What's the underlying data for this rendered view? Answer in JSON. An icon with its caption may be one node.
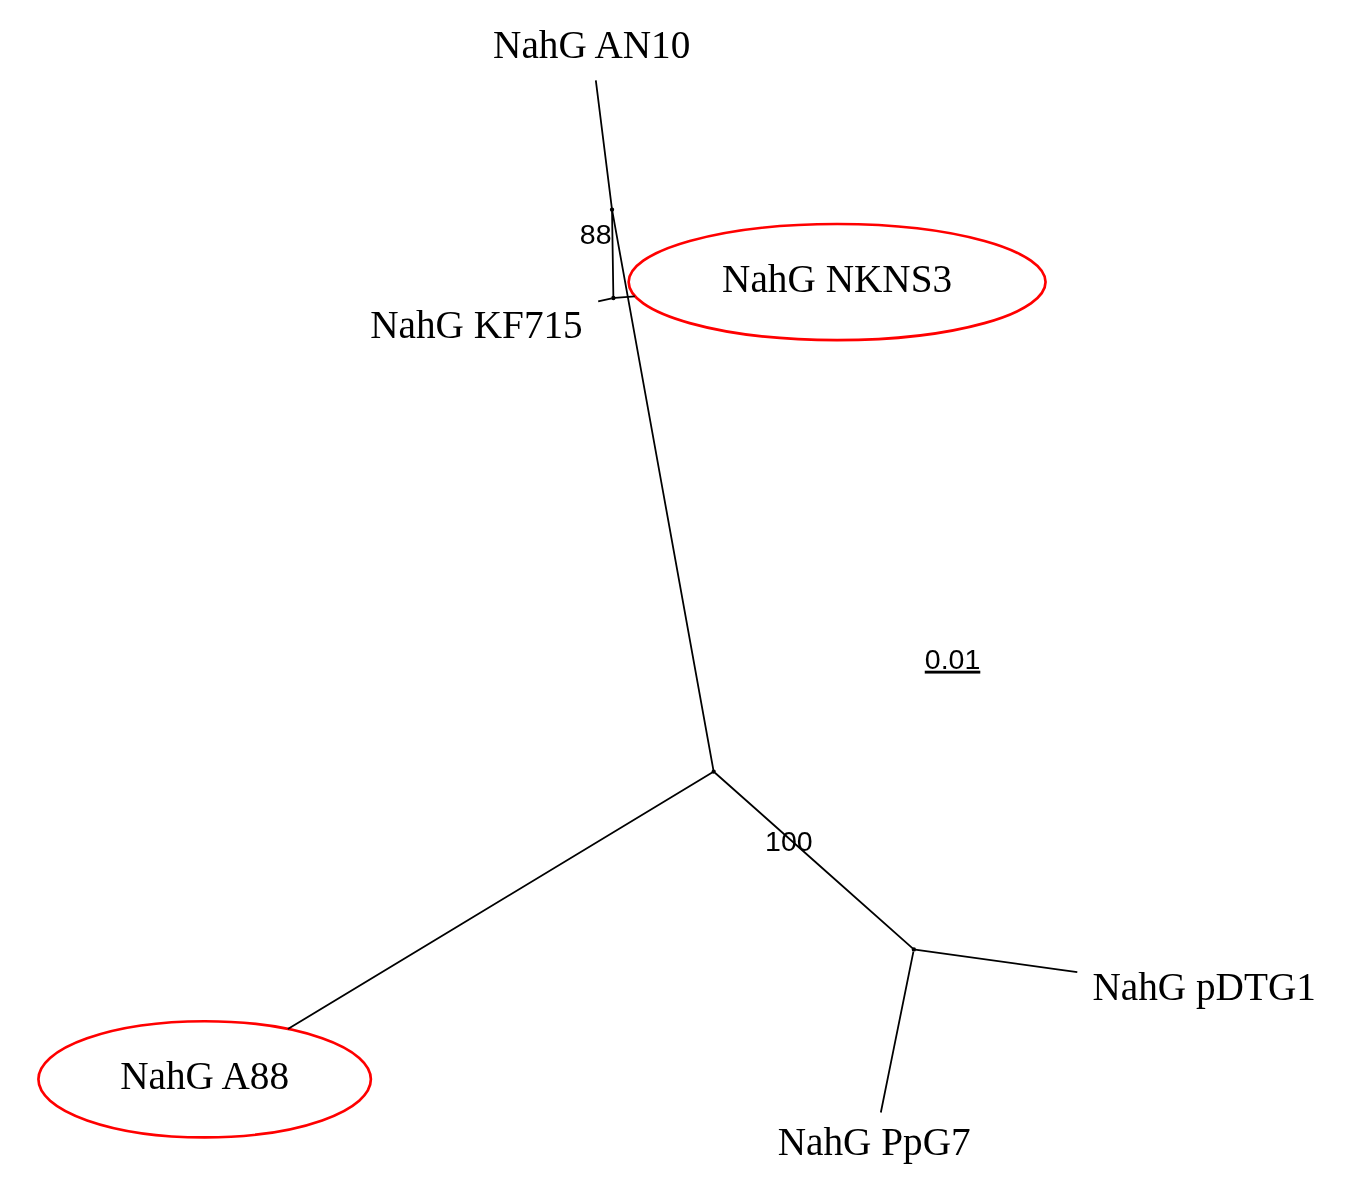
{
  "diagram": {
    "nodes": [
      {
        "text": [
          "NahG KF715"
        ]
      },
      {
        "text": [
          "NahG NKNS3"
        ]
      },
      {
        "text": [],
        "shape": "point"
      },
      {
        "text": [
          "NahG AN10"
        ]
      },
      {
        "text": [],
        "shape": "point"
      },
      {
        "text": [],
        "shape": "point"
      },
      {
        "text": [
          "NahG A88"
        ]
      },
      {
        "text": [],
        "shape": "point"
      },
      {
        "text": [
          "NahG PpG7"
        ]
      },
      {
        "text": [
          "NahG pDTG1"
        ]
      }
    ],
    "edges": [
      {
        "from": 0,
        "to": 2,
        "arrow": "none"
      },
      {
        "from": 1,
        "to": 2,
        "arrow": "none"
      },
      {
        "from": 2,
        "to": 4,
        "arrow": "none",
        "label": "88"
      },
      {
        "from": 3,
        "to": 4,
        "arrow": "none"
      },
      {
        "from": 4,
        "to": 5,
        "arrow": "none"
      },
      {
        "from": 5,
        "to": 6,
        "arrow": "none"
      },
      {
        "from": 5,
        "to": 7,
        "arrow": "none",
        "label": "100"
      },
      {
        "from": 7,
        "to": 8,
        "arrow": "none"
      },
      {
        "from": 7,
        "to": 9,
        "arrow": "none"
      }
    ],
    "labels": [
      "0.01"
    ]
  }
}
